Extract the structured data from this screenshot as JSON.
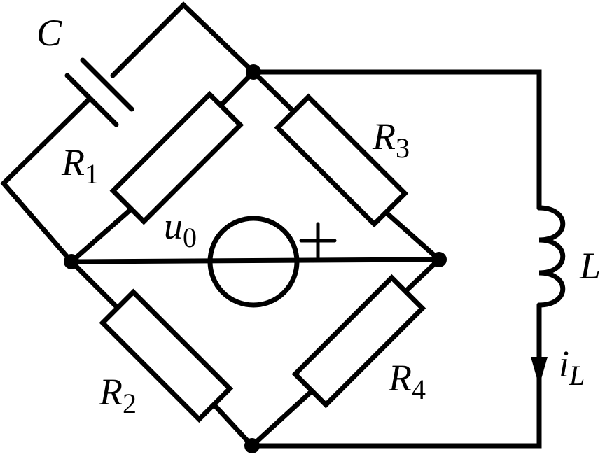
{
  "components": {
    "capacitor": {
      "symbol": "C"
    },
    "r1": {
      "symbol": "R",
      "subscript": "1"
    },
    "r2": {
      "symbol": "R",
      "subscript": "2"
    },
    "r3": {
      "symbol": "R",
      "subscript": "3"
    },
    "r4": {
      "symbol": "R",
      "subscript": "4"
    },
    "inductor": {
      "symbol": "L"
    },
    "source": {
      "symbol": "u",
      "subscript": "0",
      "polarity": "+"
    },
    "current": {
      "symbol": "i",
      "subscript": "L"
    }
  }
}
